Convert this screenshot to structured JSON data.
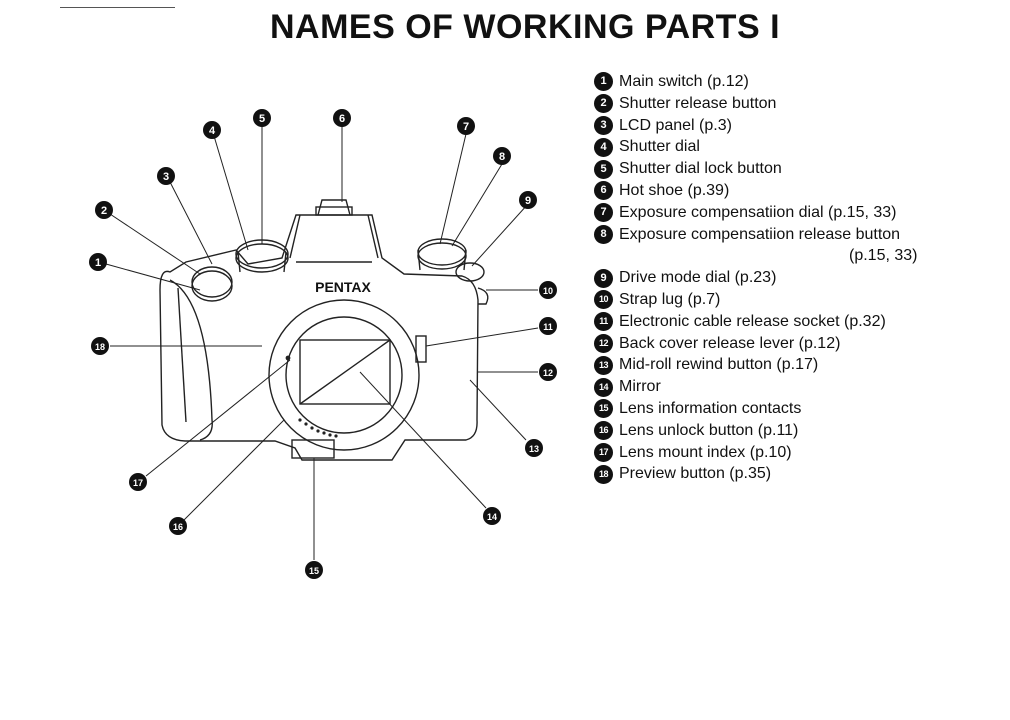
{
  "page": {
    "title": "NAMES OF WORKING PARTS I",
    "brand": "PENTAX"
  },
  "parts": [
    {
      "num": "1",
      "label": "Main switch (p.12)"
    },
    {
      "num": "2",
      "label": "Shutter release button"
    },
    {
      "num": "3",
      "label": "LCD panel (p.3)"
    },
    {
      "num": "4",
      "label": "Shutter dial"
    },
    {
      "num": "5",
      "label": "Shutter dial lock button"
    },
    {
      "num": "6",
      "label": "Hot shoe (p.39)"
    },
    {
      "num": "7",
      "label": "Exposure compensatiion dial (p.15, 33)"
    },
    {
      "num": "8",
      "label": "Exposure compensatiion release button",
      "cont": "(p.15, 33)"
    },
    {
      "num": "9",
      "label": "Drive mode dial (p.23)"
    },
    {
      "num": "10",
      "label": "Strap lug (p.7)"
    },
    {
      "num": "11",
      "label": "Electronic cable release socket (p.32)"
    },
    {
      "num": "12",
      "label": "Back cover release lever (p.12)"
    },
    {
      "num": "13",
      "label": "Mid-roll rewind button (p.17)"
    },
    {
      "num": "14",
      "label": "Mirror"
    },
    {
      "num": "15",
      "label": "Lens information contacts"
    },
    {
      "num": "16",
      "label": "Lens unlock button (p.11)"
    },
    {
      "num": "17",
      "label": "Lens mount index (p.10)"
    },
    {
      "num": "18",
      "label": "Preview button (p.35)"
    }
  ]
}
